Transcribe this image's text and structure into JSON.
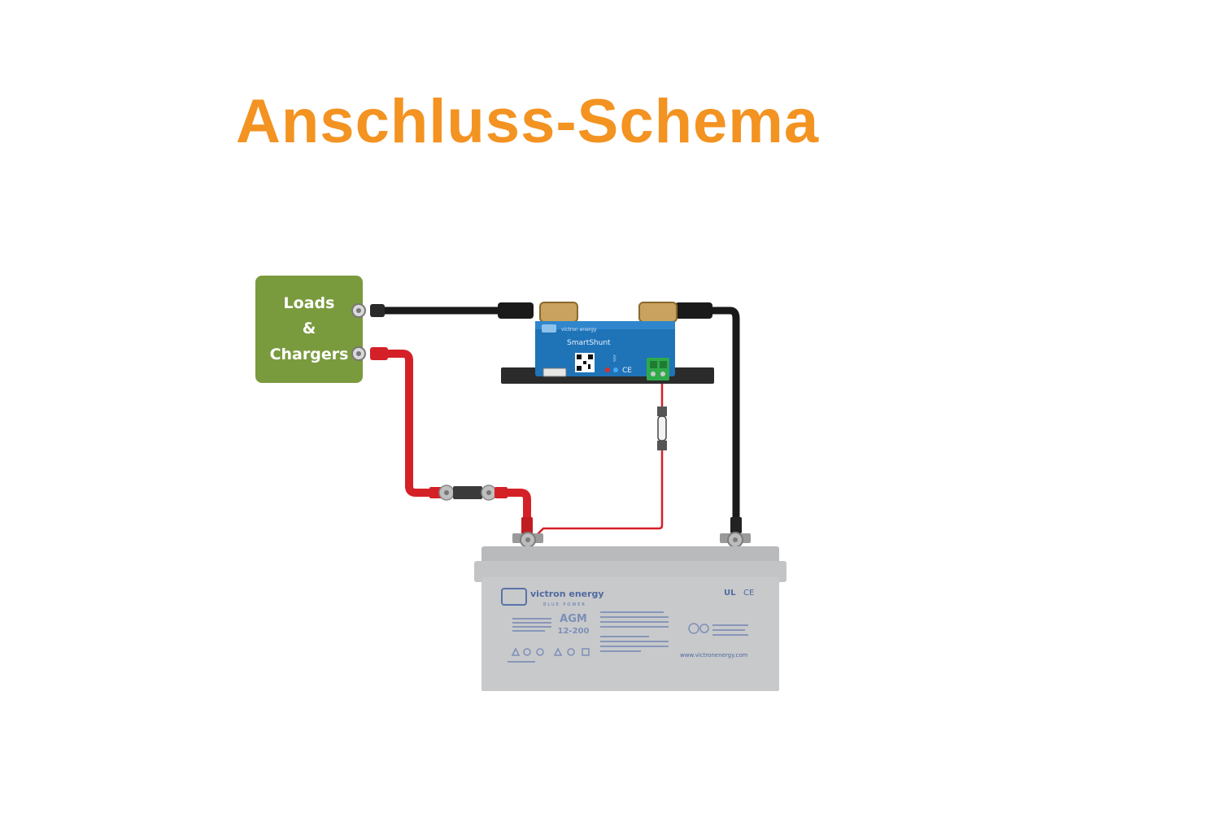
{
  "title": "Anschluss-Schema",
  "loads_box": {
    "line1": "Loads",
    "line2": "&",
    "line3": "Chargers"
  },
  "shunt": {
    "brand": "victron energy",
    "name": "SmartShunt"
  },
  "battery": {
    "brand": "victron energy",
    "tagline": "BLUE POWER",
    "model_line1": "AGM",
    "model_line2": "12-200",
    "website": "www.victronenergy.com"
  },
  "colors": {
    "title": "#f39322",
    "loads_box": "#7a9a3e",
    "positive_cable": "#d42027",
    "negative_cable": "#1a1a1a",
    "shunt_body": "#1f73b7",
    "battery_body": "#c8c9cb"
  }
}
